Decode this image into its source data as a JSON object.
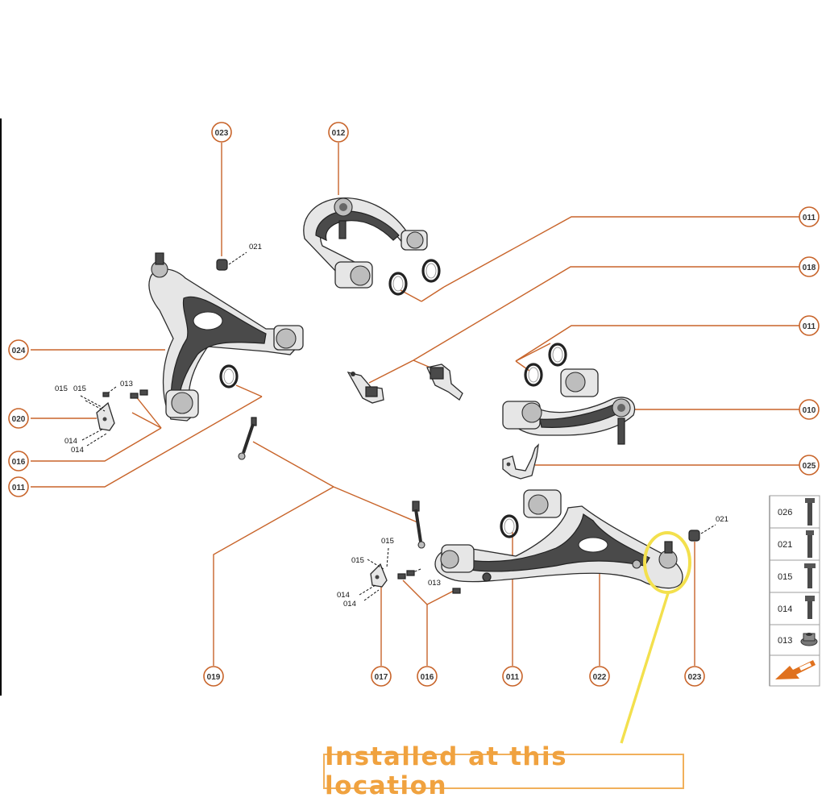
{
  "callouts": {
    "c023_top": "023",
    "c012": "012",
    "c011_r1": "011",
    "c018": "018",
    "c011_r2": "011",
    "c010": "010",
    "c025": "025",
    "c024": "024",
    "c020": "020",
    "c016_l": "016",
    "c011_l": "011",
    "c019": "019",
    "c017": "017",
    "c016_b": "016",
    "c011_b": "011",
    "c022": "022",
    "c023_b": "023"
  },
  "small_labels": {
    "l021_top": "021",
    "l013_top": "013",
    "l015_a": "015",
    "l015_b": "015",
    "l014_a": "014",
    "l014_b": "014",
    "l015_c": "015",
    "l015_d": "015",
    "l013_b": "013",
    "l014_c": "014",
    "l014_d": "014",
    "l021_b": "021"
  },
  "legend": [
    {
      "code": "026",
      "icon": "long-flange-bolt-icon"
    },
    {
      "code": "021",
      "icon": "long-bolt-icon"
    },
    {
      "code": "015",
      "icon": "flange-bolt-icon"
    },
    {
      "code": "014",
      "icon": "short-bolt-icon"
    },
    {
      "code": "013",
      "icon": "flange-nut-icon"
    }
  ],
  "legend_arrow_icon": "orientation-arrow-icon",
  "install_note": "Installed at this location",
  "colors": {
    "leader": "#c8642a",
    "highlight": "#f3e04d",
    "note_text": "#f0a23f",
    "note_border": "#f1b05b"
  }
}
